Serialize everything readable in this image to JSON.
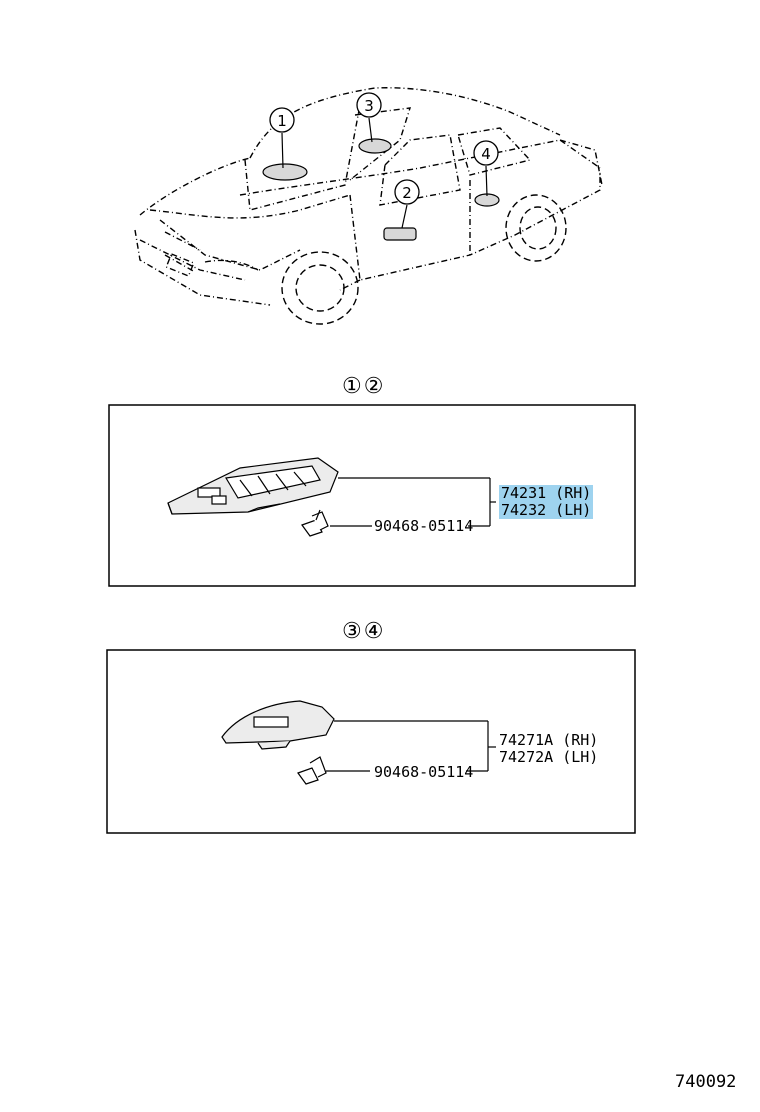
{
  "car_callouts": [
    "1",
    "2",
    "3",
    "4"
  ],
  "panel_a": {
    "title": "①②",
    "part_rh": "74231 (RH)",
    "part_lh": "74232 (LH)",
    "clip_part": "90468-05114"
  },
  "panel_b": {
    "title": "③④",
    "part_rh": "74271A (RH)",
    "part_lh": "74272A (LH)",
    "clip_part": "90468-05114"
  },
  "diagram_code": "740092",
  "colors": {
    "highlight": "#9ed3ef",
    "line": "#000000"
  }
}
